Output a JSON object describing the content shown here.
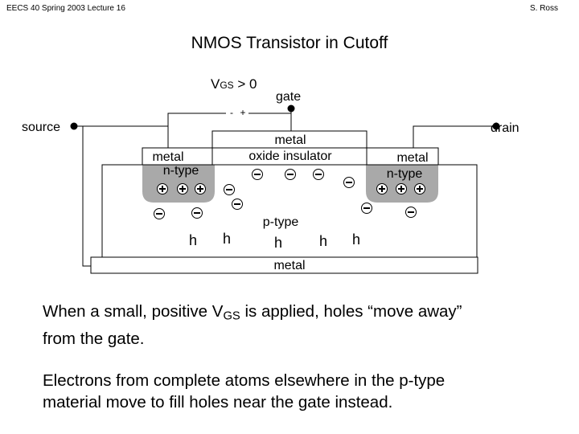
{
  "header": {
    "left": "EECS 40 Spring 2003  Lecture 16",
    "right": "S. Ross"
  },
  "title": "NMOS Transistor in Cutoff",
  "diagram": {
    "vgs_main": "V",
    "vgs_sub": "GS",
    "vgs_rest": " > 0",
    "minus_sign": "-",
    "plus_sign": "+",
    "gate_label": "gate",
    "source_label": "source",
    "drain_label": "drain",
    "gate_metal_label": "metal",
    "oxide_label": "oxide insulator",
    "left_metal_label": "metal",
    "left_ntype_label": "n-type",
    "right_metal_label": "metal",
    "right_ntype_label": "n-type",
    "ptype_label": "p-type",
    "bottom_metal_label": "metal",
    "hole_label": "h"
  },
  "text": {
    "p1_a": "When a small, positive V",
    "p1_sub": "GS",
    "p1_b": " is applied, holes “move away”",
    "p1_line2": "from the gate.",
    "p2_line1": "Electrons from complete atoms elsewhere in the p-type",
    "p2_line2": "material move to fill holes near the gate instead."
  }
}
